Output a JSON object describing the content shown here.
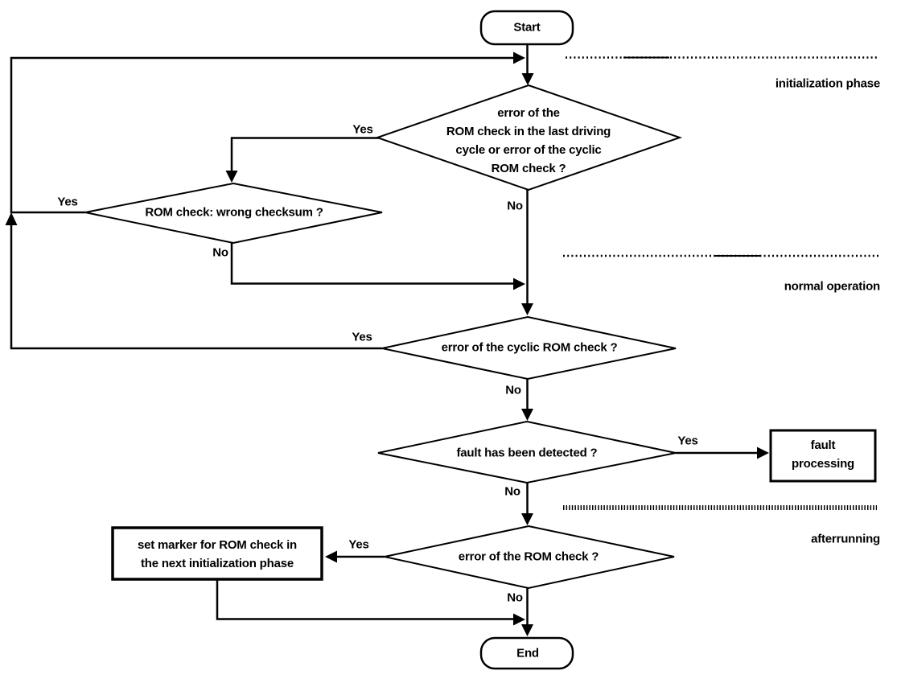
{
  "colors": {
    "ink": "#000000",
    "background": "#ffffff"
  },
  "nodes": {
    "start": {
      "label": "Start"
    },
    "d1": {
      "lines": [
        "error of the",
        "ROM check in the last driving",
        "cycle or error of the cyclic",
        "ROM check ?"
      ]
    },
    "d2": {
      "label": "ROM check: wrong checksum ?"
    },
    "d3": {
      "label": "error of the cyclic ROM check ?"
    },
    "d4": {
      "label": "fault has been detected ?"
    },
    "fault_processing": {
      "lines": [
        "fault",
        "processing"
      ]
    },
    "d5": {
      "label": "error of the ROM check ?"
    },
    "set_marker": {
      "lines": [
        "set marker for ROM check in",
        "the next initialization phase"
      ]
    },
    "end": {
      "label": "End"
    }
  },
  "edges": {
    "d1_yes": "Yes",
    "d1_no": "No",
    "d2_yes": "Yes",
    "d2_no": "No",
    "d3_yes": "Yes",
    "d3_no": "No",
    "d4_yes": "Yes",
    "d4_no": "No",
    "d5_yes": "Yes",
    "d5_no": "No"
  },
  "phases": [
    {
      "label": "initialization phase"
    },
    {
      "label": "normal operation"
    },
    {
      "label": "afterrunning"
    }
  ]
}
